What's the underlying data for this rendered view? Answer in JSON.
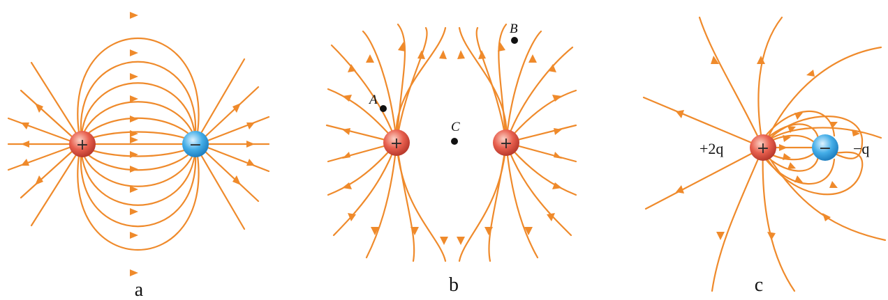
{
  "panels": [
    {
      "id": "a",
      "label": "a",
      "charges": [
        "+",
        "−"
      ]
    },
    {
      "id": "b",
      "label": "b",
      "charges": [
        "+",
        "+"
      ],
      "points": [
        "A",
        "B",
        "C"
      ]
    },
    {
      "id": "c",
      "label": "c",
      "charges": [
        "+",
        "−"
      ],
      "charge_labels": [
        "+2q",
        "−q"
      ]
    }
  ],
  "colors": {
    "field_line": "#ef8a2b",
    "positive_charge": "#e8604f",
    "negative_charge": "#45aee8",
    "point": "#111111"
  }
}
